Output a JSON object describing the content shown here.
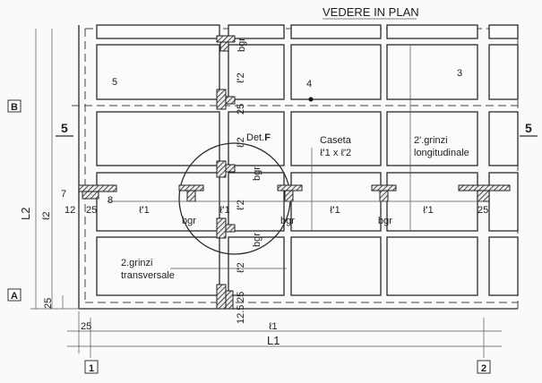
{
  "title": "VEDERE IN PLAN",
  "axes": {
    "row_a": "A",
    "row_b": "B",
    "col_1": "1",
    "col_2": "2"
  },
  "section_marks": {
    "left": "5",
    "right": "5"
  },
  "detail": {
    "label": "Det.",
    "id": "F"
  },
  "caseta": {
    "line1": "Caseta",
    "line2": "ℓ'1 x ℓ'2"
  },
  "grinzi_long": {
    "line1": "2'.grinzi",
    "line2": "longitudinale"
  },
  "grinzi_trans": {
    "line1": "2.grinzi",
    "line2": "transversale"
  },
  "markers": {
    "m3": "3",
    "m4": "4",
    "m5": "5",
    "m7": "7",
    "m8": "8"
  },
  "dims": {
    "L1": "L1",
    "L2": "L2",
    "l1": "ℓ1",
    "l2": "ℓ2",
    "lp1": "ℓ'1",
    "lp2": "ℓ'2",
    "d25": "25",
    "d12": "12",
    "d125": "12.5",
    "bgr": "bgr"
  }
}
